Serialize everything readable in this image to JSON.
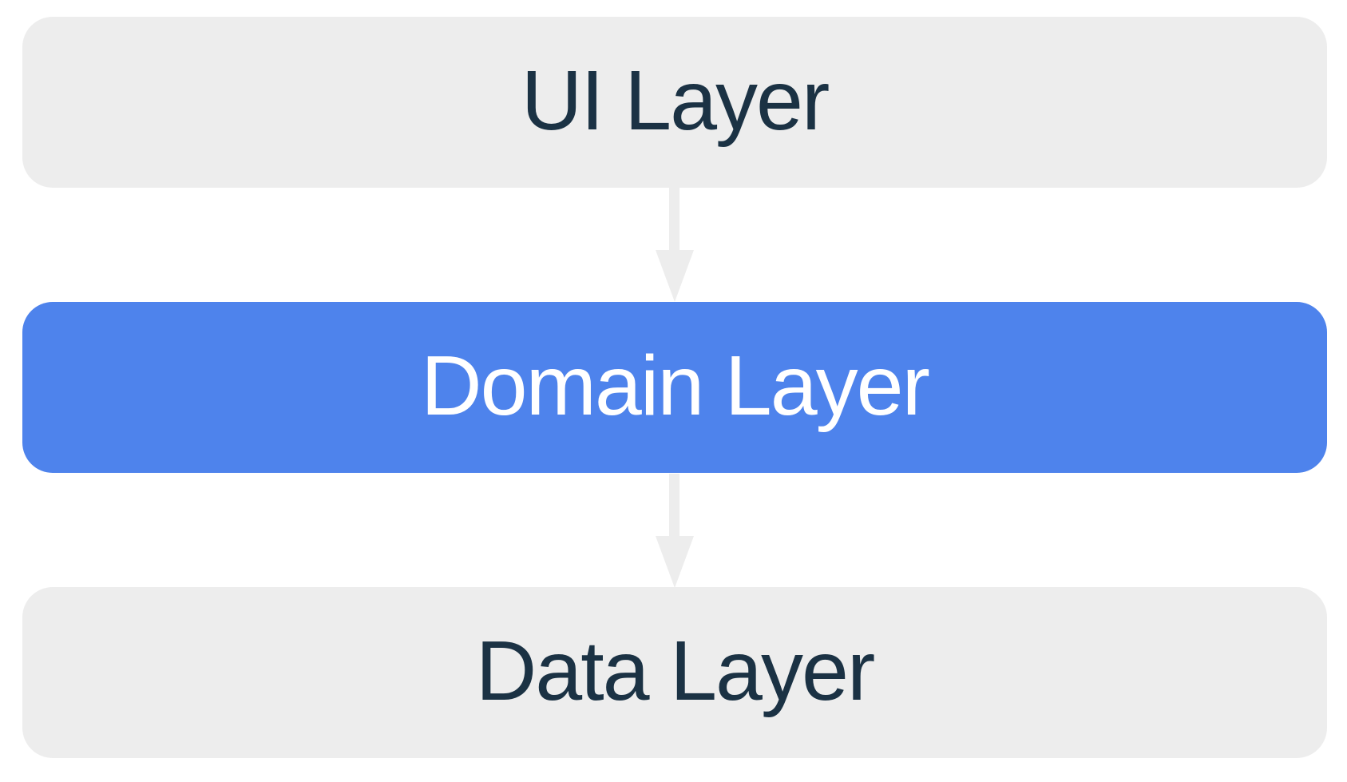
{
  "diagram": {
    "type": "layered-architecture-flow",
    "layers": [
      {
        "id": "ui",
        "label": "UI Layer",
        "variant": "default"
      },
      {
        "id": "domain",
        "label": "Domain Layer",
        "variant": "highlighted"
      },
      {
        "id": "data",
        "label": "Data Layer",
        "variant": "default"
      }
    ],
    "connections": [
      {
        "from": "UI Layer",
        "to": "Domain Layer",
        "direction": "down",
        "icon": "down-arrow-icon"
      },
      {
        "from": "Domain Layer",
        "to": "Data Layer",
        "direction": "down",
        "icon": "down-arrow-icon"
      }
    ]
  },
  "colors": {
    "background": "#FFFFFF",
    "layer_default_bg": "#EDEDED",
    "layer_default_text": "#1B3244",
    "layer_highlight_bg": "#4E83EC",
    "layer_highlight_text": "#FFFFFF",
    "arrow": "#EDEDED"
  }
}
